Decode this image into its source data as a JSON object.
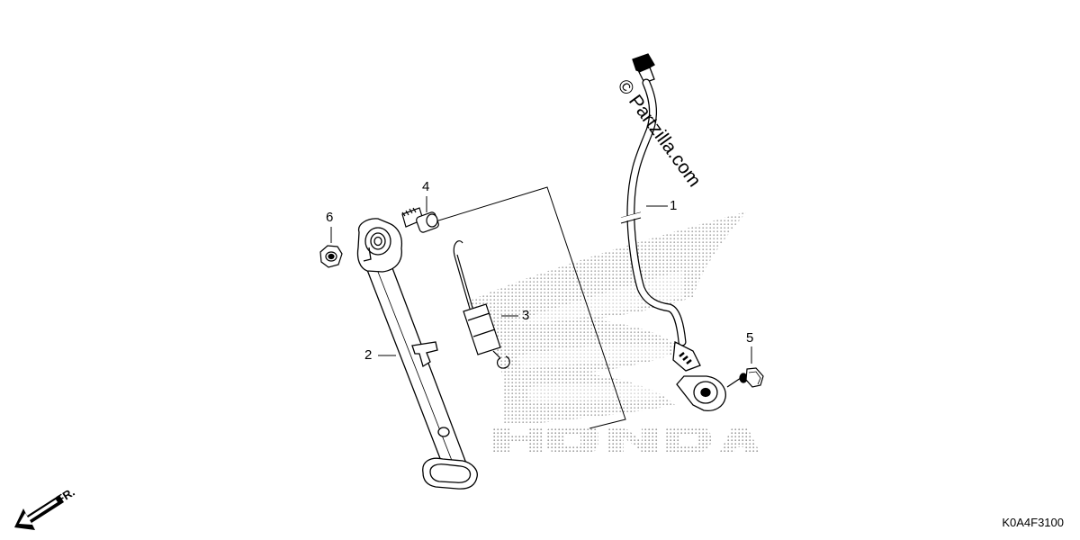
{
  "watermark": "© Partzilla.com",
  "brand_watermark": "HONDA",
  "diagram_code": "K0A4F3100",
  "front_indicator": "FR.",
  "callouts": [
    {
      "id": "1",
      "label": "1"
    },
    {
      "id": "2",
      "label": "2"
    },
    {
      "id": "3",
      "label": "3"
    },
    {
      "id": "4",
      "label": "4"
    },
    {
      "id": "5",
      "label": "5"
    },
    {
      "id": "6",
      "label": "6"
    }
  ],
  "colors": {
    "line": "#000000",
    "dots": "#9a9a9a",
    "background": "#ffffff"
  }
}
